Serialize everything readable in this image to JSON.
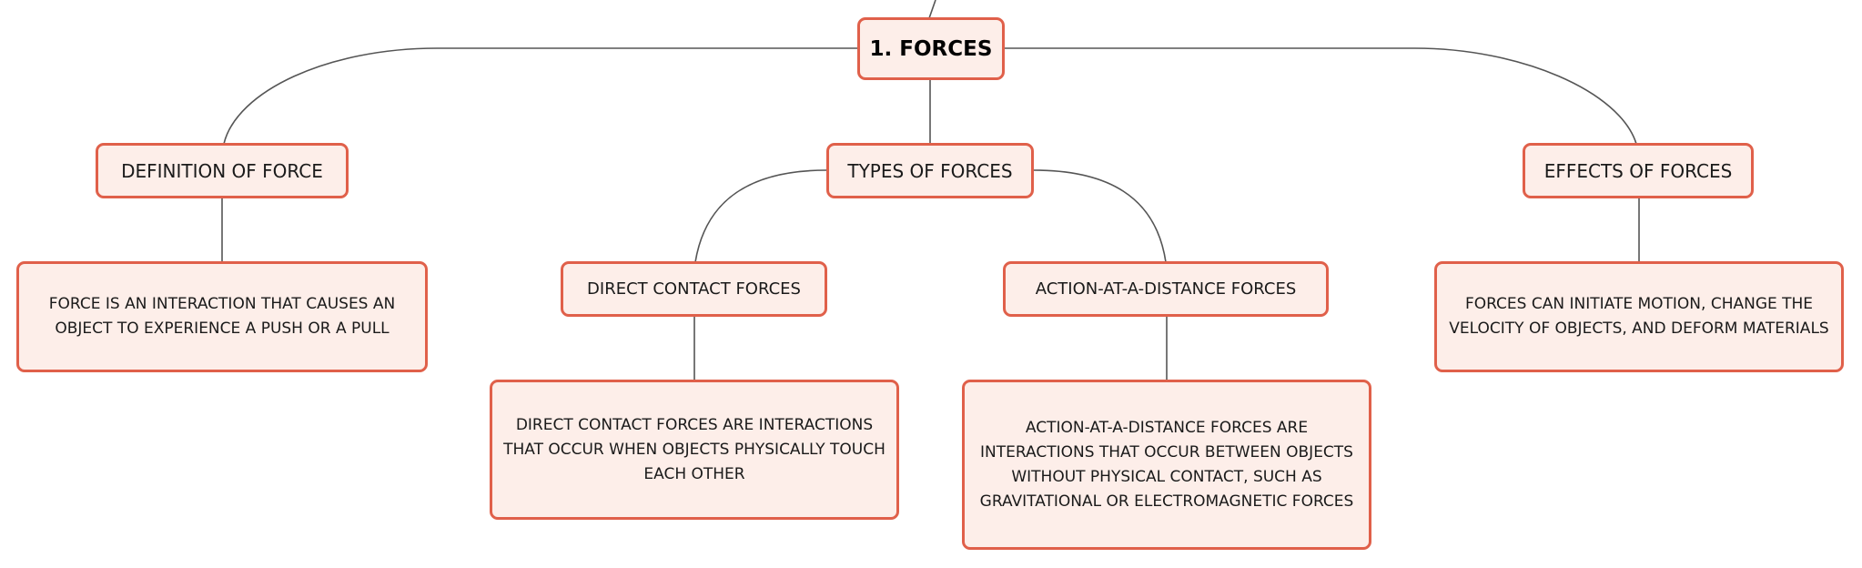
{
  "colors": {
    "node_fill": "#fdeee9",
    "node_border": "#e0604a",
    "connector": "#555555"
  },
  "root": {
    "label": "1. FORCES"
  },
  "branches": [
    {
      "label": "DEFINITION OF FORCE",
      "detail": "FORCE IS AN INTERACTION THAT CAUSES AN OBJECT TO EXPERIENCE A PUSH OR A PULL"
    },
    {
      "label": "TYPES OF FORCES",
      "children": [
        {
          "label": "DIRECT CONTACT FORCES",
          "detail": "DIRECT CONTACT FORCES ARE INTERACTIONS THAT OCCUR WHEN OBJECTS PHYSICALLY TOUCH EACH OTHER"
        },
        {
          "label": "ACTION-AT-A-DISTANCE FORCES",
          "detail": "ACTION-AT-A-DISTANCE FORCES ARE INTERACTIONS THAT OCCUR BETWEEN OBJECTS WITHOUT PHYSICAL CONTACT, SUCH AS GRAVITATIONAL OR ELECTROMAGNETIC FORCES"
        }
      ]
    },
    {
      "label": "EFFECTS OF FORCES",
      "detail": "FORCES CAN INITIATE MOTION, CHANGE THE VELOCITY OF OBJECTS, AND DEFORM MATERIALS"
    }
  ]
}
